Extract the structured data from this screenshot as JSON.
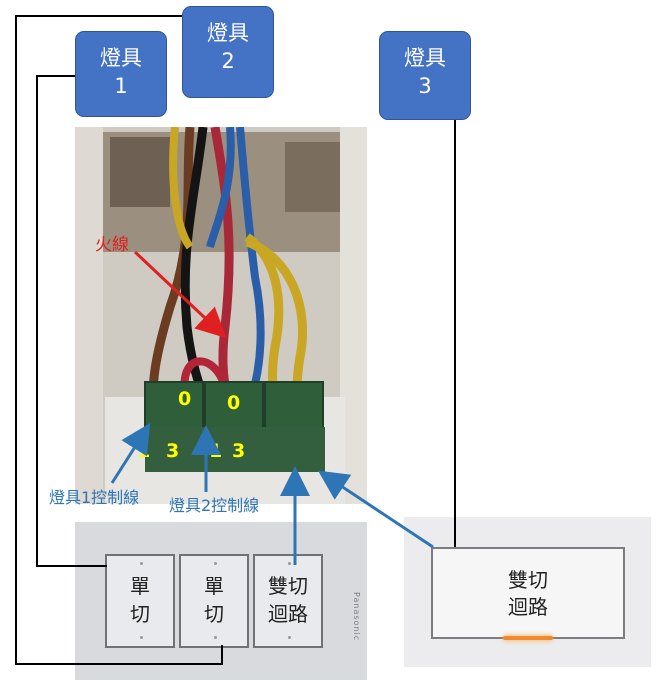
{
  "fixtures": [
    {
      "line1": "燈具",
      "line2": "1"
    },
    {
      "line1": "燈具",
      "line2": "2"
    },
    {
      "line1": "燈具",
      "line2": "3"
    }
  ],
  "annotations": {
    "hot_wire": "火線",
    "control_1": "燈具1控制線",
    "control_2": "燈具2控制線"
  },
  "terminals": {
    "left_top": "0",
    "mid_top": "0",
    "left_bottom_a": "1",
    "left_bottom_b": "3",
    "mid_bottom_a": "1",
    "mid_bottom_b": "3"
  },
  "switches": {
    "left_plate": [
      {
        "line1": "單",
        "line2": "切"
      },
      {
        "line1": "單",
        "line2": "切"
      },
      {
        "line1": "雙切",
        "line2": "迴路"
      }
    ],
    "right_plate": {
      "line1": "雙切",
      "line2": "迴路"
    },
    "brand": "Panasonic"
  },
  "colors": {
    "fixture_fill": "#4472c4",
    "annotation_blue": "#2e75b6",
    "hot_red": "#e02020",
    "terminal_yellow": "#ffff00"
  }
}
